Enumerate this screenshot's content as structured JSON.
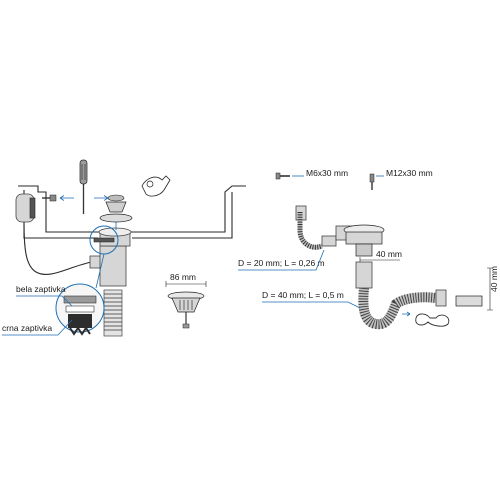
{
  "labels": {
    "seal_white": "bela zaptivka",
    "seal_black": "crna zaptivka",
    "screw_small": "M6x30 mm",
    "screw_large": "M12x30 mm",
    "strainer_diameter": "86 mm",
    "hose_small": "D = 20 mm; L = 0,26 m",
    "hose_large": "D = 40 mm; L = 0,5 m",
    "pipe_diameter": "40 mm",
    "adapter_diameter": "40 mm"
  },
  "colors": {
    "leader_line": "#1e6fb5",
    "stroke": "#2a2a2a",
    "part_fill": "#d6d6d6"
  },
  "icons": [
    "screwdriver-icon",
    "hand-icon",
    "screw-icon",
    "zoom-circle-icon"
  ]
}
